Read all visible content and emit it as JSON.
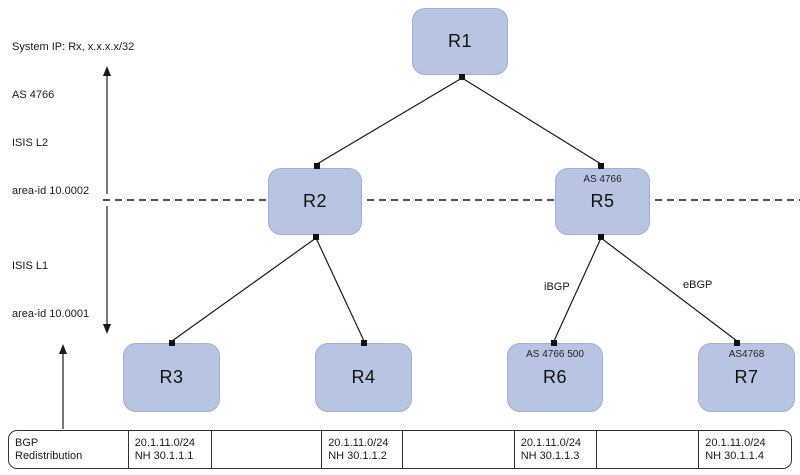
{
  "annotations": {
    "system_ip": "System IP: Rx, x.x.x.x/32",
    "system_as": "AS 4766",
    "isis_l2": "ISIS L2",
    "isis_l2_area": "area-id 10.0002",
    "isis_l1": "ISIS L1",
    "isis_l1_area": "area-id 10.0001",
    "ibgp": "iBGP",
    "ebgp": "eBGP"
  },
  "nodes": [
    {
      "label": "R1",
      "sub": ""
    },
    {
      "label": "R2",
      "sub": ""
    },
    {
      "label": "R5",
      "sub": "AS 4766"
    },
    {
      "label": "R3",
      "sub": ""
    },
    {
      "label": "R4",
      "sub": ""
    },
    {
      "label": "R6",
      "sub": "AS 4766 500"
    },
    {
      "label": "R7",
      "sub": "AS4768"
    }
  ],
  "links": [
    {
      "from": "R1",
      "to": "R2"
    },
    {
      "from": "R1",
      "to": "R5"
    },
    {
      "from": "R2",
      "to": "R3"
    },
    {
      "from": "R2",
      "to": "R4"
    },
    {
      "from": "R5",
      "to": "R6",
      "label": "iBGP"
    },
    {
      "from": "R5",
      "to": "R7",
      "label": "eBGP"
    }
  ],
  "table": {
    "cells": [
      {
        "line1": "BGP",
        "line2": "Redistribution"
      },
      {
        "line1": "20.1.11.0/24",
        "line2": "NH 30.1.1.1"
      },
      {
        "line1": "",
        "line2": ""
      },
      {
        "line1": "20.1.11.0/24",
        "line2": "NH 30.1.1.2"
      },
      {
        "line1": "",
        "line2": ""
      },
      {
        "line1": "20.1.11.0/24",
        "line2": "NH 30.1.1.3"
      },
      {
        "line1": "",
        "line2": ""
      },
      {
        "line1": "20.1.11.0/24",
        "line2": "NH 30.1.1.4"
      }
    ]
  },
  "colors": {
    "node_fill": "#b7c5e3",
    "node_border": "#9fb0d4",
    "line": "#1a1a1a"
  }
}
